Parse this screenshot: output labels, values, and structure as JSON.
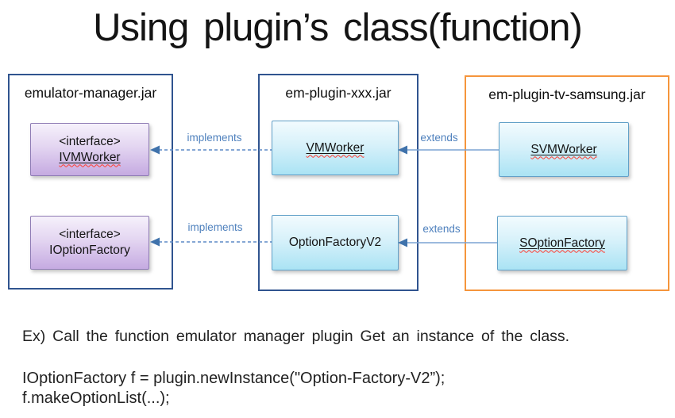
{
  "title": "Using plugin’s class(function)",
  "containers": [
    {
      "label": "emulator-manager.jar"
    },
    {
      "label": "em-plugin-xxx.jar"
    },
    {
      "label": "em-plugin-tv-samsung.jar"
    }
  ],
  "nodes": {
    "ivmworker": {
      "line1": "<interface>",
      "line2": "IVMWorker"
    },
    "ioptionfactory": {
      "line1": "<interface>",
      "line2": "IOptionFactory"
    },
    "vmworker": {
      "label": "VMWorker"
    },
    "optionfactoryv2": {
      "label": "OptionFactoryV2"
    },
    "svmworker": {
      "label": "SVMWorker"
    },
    "soptionfactory": {
      "label": "SOptionFactory"
    }
  },
  "relations": {
    "implements1": "implements",
    "implements2": "implements",
    "extends1": "extends",
    "extends2": "extends"
  },
  "notes": {
    "example": "Ex) Call the function emulator manager plugin Get an instance of the class.",
    "code_line1": "IOptionFactory f = plugin.newInstance(\"Option-Factory-V2”);",
    "code_line2": "f.makeOptionList(...);"
  },
  "colors": {
    "blue-border": "#30548f",
    "orange-border": "#f5953c",
    "purple-node-border": "#8f7cb5",
    "cyan-node-border": "#62a0c8",
    "arrow-blue": "#3f72ab",
    "line-dashed": "#5d8ac6",
    "line-solid": "#7ca4d4",
    "label-blue": "#4f81bd",
    "squiggle-red": "#ff3b30"
  }
}
